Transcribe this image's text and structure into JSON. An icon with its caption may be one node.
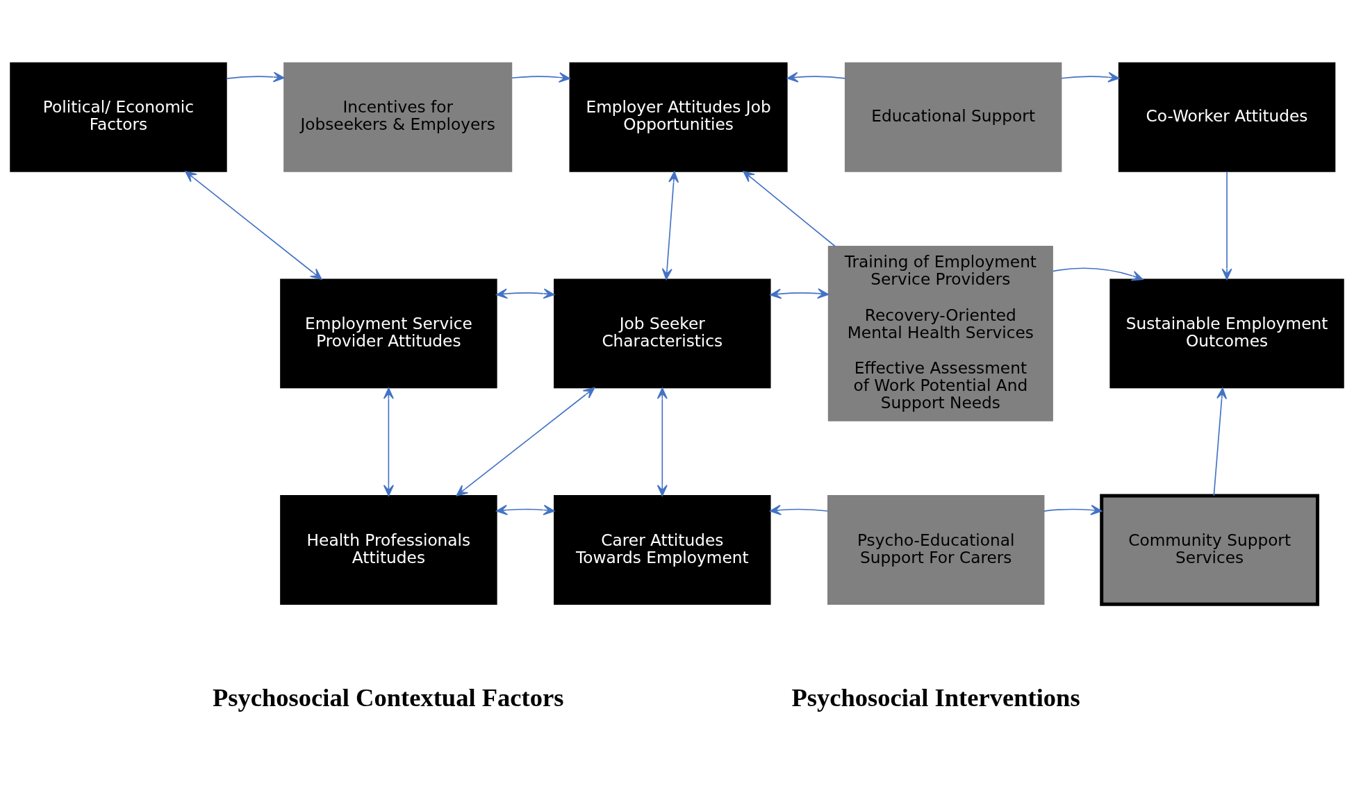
{
  "diagram": {
    "nodes": [
      {
        "text": [
          "Political/ Economic Factors"
        ]
      },
      {
        "text": [
          "Incentives for Jobseekers & Employers"
        ]
      },
      {
        "text": [
          "Employer Attitudes Job Opportunities"
        ]
      },
      {
        "text": [
          "Educational Support"
        ]
      },
      {
        "text": [
          "Co-Worker Attitudes"
        ]
      },
      {
        "text": [
          "Employment Service Provider Attitudes"
        ]
      },
      {
        "text": [
          "Job Seeker Characteristics"
        ]
      },
      {
        "text": [
          "Training of Employment Service Providers",
          "Recovery-Oriented Mental Health Services",
          "Effective Assessment of Work Potential And Support Needs"
        ]
      },
      {
        "text": [
          "Sustainable Employment Outcomes"
        ]
      },
      {
        "text": [
          "Health Professionals Attitudes"
        ]
      },
      {
        "text": [
          "Carer Attitudes Towards Employment"
        ]
      },
      {
        "text": [
          "Psycho-Educational Support For Carers"
        ]
      },
      {
        "text": [
          "Community Support Services"
        ]
      }
    ],
    "edges": [
      {
        "from": 0,
        "to": 1,
        "arrow": "to"
      },
      {
        "from": 1,
        "to": 2,
        "arrow": "to"
      },
      {
        "from": 3,
        "to": 2,
        "arrow": "to"
      },
      {
        "from": 3,
        "to": 4,
        "arrow": "to"
      },
      {
        "from": 7,
        "to": 2,
        "arrow": "to"
      },
      {
        "from": 0,
        "to": 5,
        "arrow": "both"
      },
      {
        "from": 2,
        "to": 6,
        "arrow": "both"
      },
      {
        "from": 5,
        "to": 6,
        "arrow": "both"
      },
      {
        "from": 6,
        "to": 7,
        "arrow": "both"
      },
      {
        "from": 7,
        "to": 8,
        "arrow": "to"
      },
      {
        "from": 4,
        "to": 8,
        "arrow": "to"
      },
      {
        "from": 5,
        "to": 9,
        "arrow": "both"
      },
      {
        "from": 9,
        "to": 6,
        "arrow": "both"
      },
      {
        "from": 6,
        "to": 10,
        "arrow": "both"
      },
      {
        "from": 9,
        "to": 10,
        "arrow": "both"
      },
      {
        "from": 11,
        "to": 10,
        "arrow": "to"
      },
      {
        "from": 11,
        "to": 12,
        "arrow": "to"
      },
      {
        "from": 12,
        "to": 8,
        "arrow": "to"
      }
    ],
    "labels": [
      "Psychosocial Contextual Factors",
      "Psychosocial Interventions"
    ]
  }
}
